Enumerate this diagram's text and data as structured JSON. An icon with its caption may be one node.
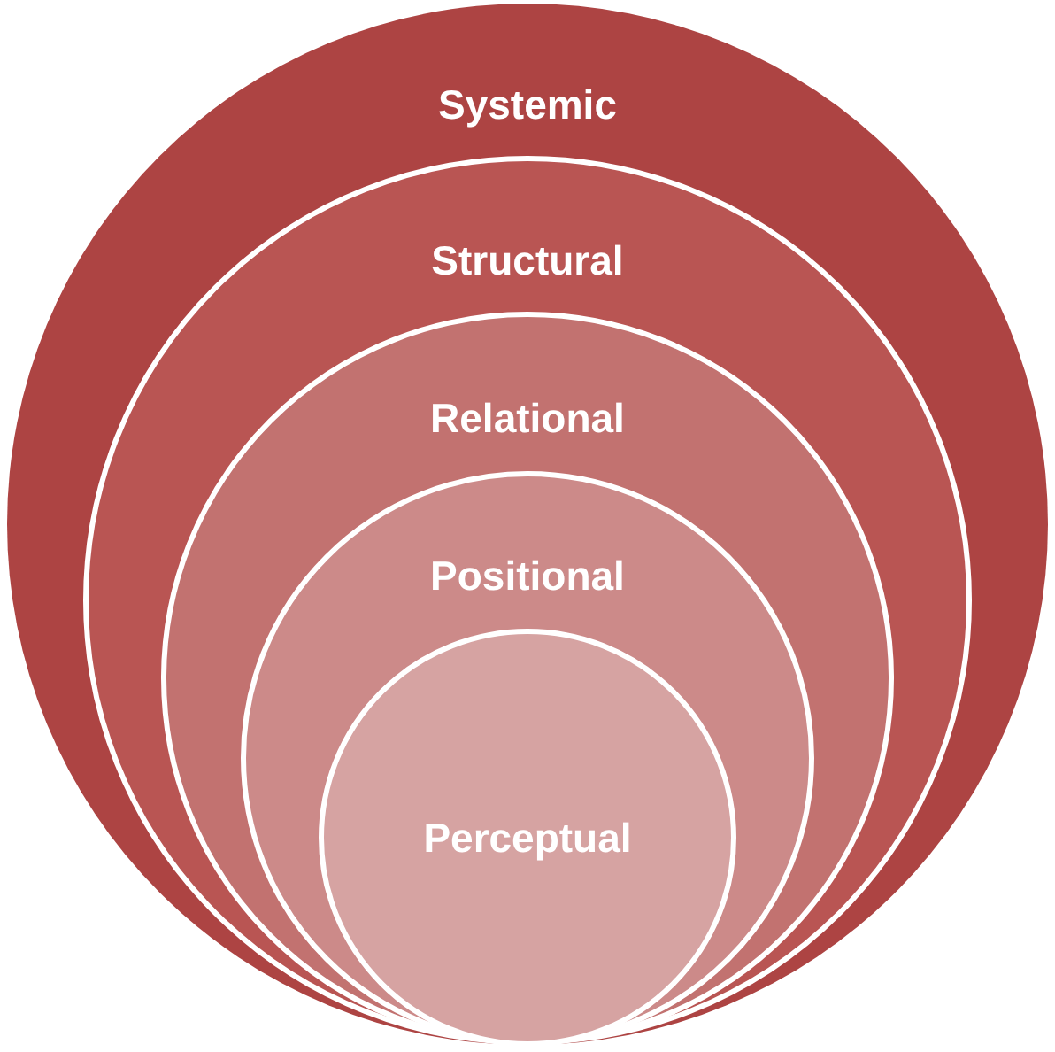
{
  "diagram": {
    "nodes": [
      {
        "text": [
          "Systemic"
        ]
      },
      {
        "text": [
          "Structural"
        ],
        "in": 0
      },
      {
        "text": [
          "Relational"
        ],
        "in": 1
      },
      {
        "text": [
          "Positional"
        ],
        "in": 2
      },
      {
        "text": [
          "Perceptual"
        ],
        "in": 3
      }
    ]
  }
}
